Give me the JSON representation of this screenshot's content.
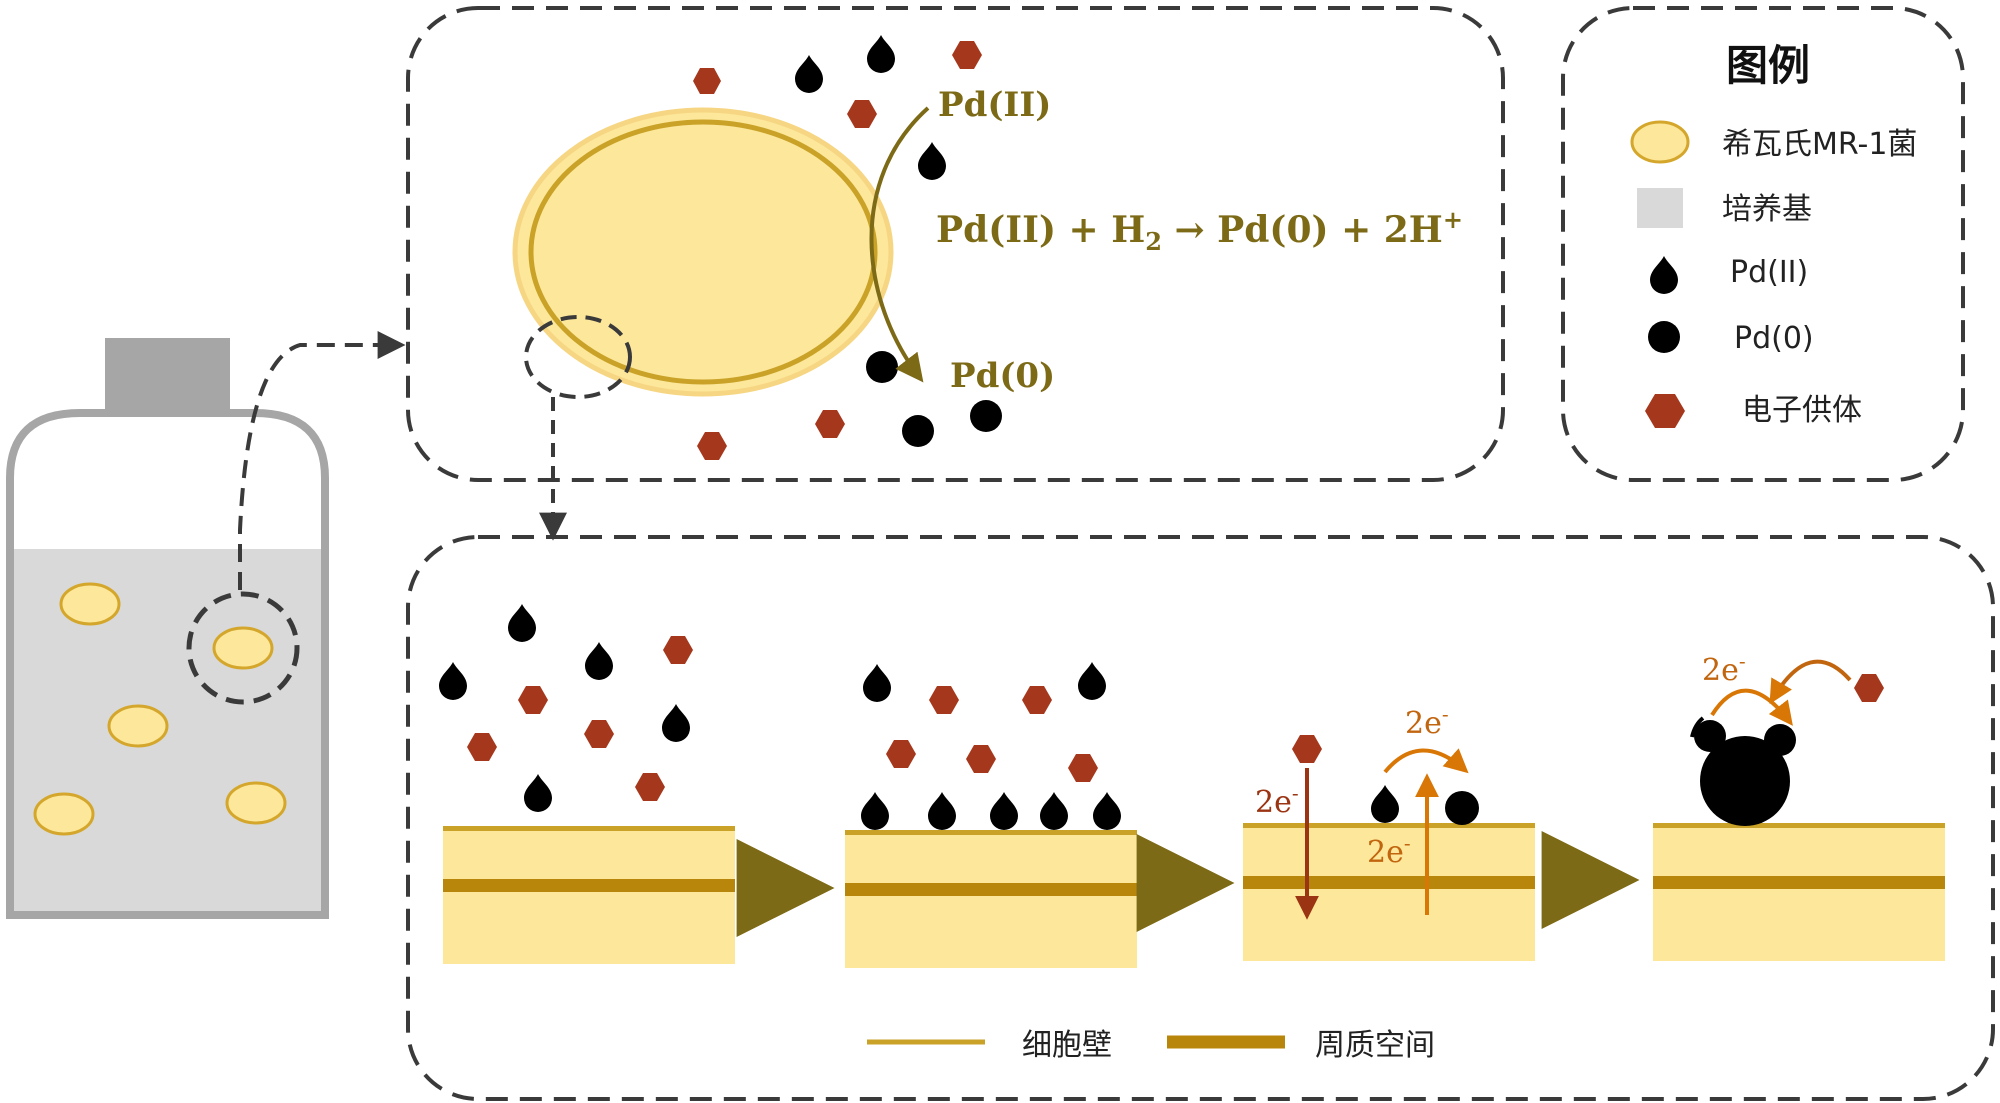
{
  "colors": {
    "bacterium_fill": "#fce79a",
    "bacterium_stroke": "#d4a72c",
    "medium": "#d9d9d9",
    "pd2": "#000000",
    "pd0": "#000000",
    "electron_donor": "#a5381c",
    "olive": "#7d6a17",
    "cell_wall": "#c9a227",
    "periplasm": "#b8860b",
    "red_arrow": "#9a3412",
    "orange_arrow": "#d97706",
    "dashed": "#3a3a3a"
  },
  "reaction": {
    "pd2_label": "Pd(II)",
    "pd0_label": "Pd(0)",
    "equation": {
      "lhs": "Pd(II) + H",
      "sub": "2",
      "arrow": " → ",
      "rhs": "Pd(0) + 2H",
      "sup": "+"
    }
  },
  "legend": {
    "title": "图例",
    "items": [
      {
        "icon": "bacterium-icon",
        "label": "希瓦氏MR-1菌"
      },
      {
        "icon": "medium-swatch-icon",
        "label": "培养基"
      },
      {
        "icon": "pd2-droplet-icon",
        "label": "Pd(II)"
      },
      {
        "icon": "pd0-dot-icon",
        "label": "Pd(0)"
      },
      {
        "icon": "electron-donor-hexagon-icon",
        "label": "电子供体"
      }
    ]
  },
  "stages": {
    "electron_label": "2e",
    "electron_sup": "-"
  },
  "membrane_legend": {
    "cell_wall": "细胞壁",
    "periplasm": "周质空间"
  }
}
